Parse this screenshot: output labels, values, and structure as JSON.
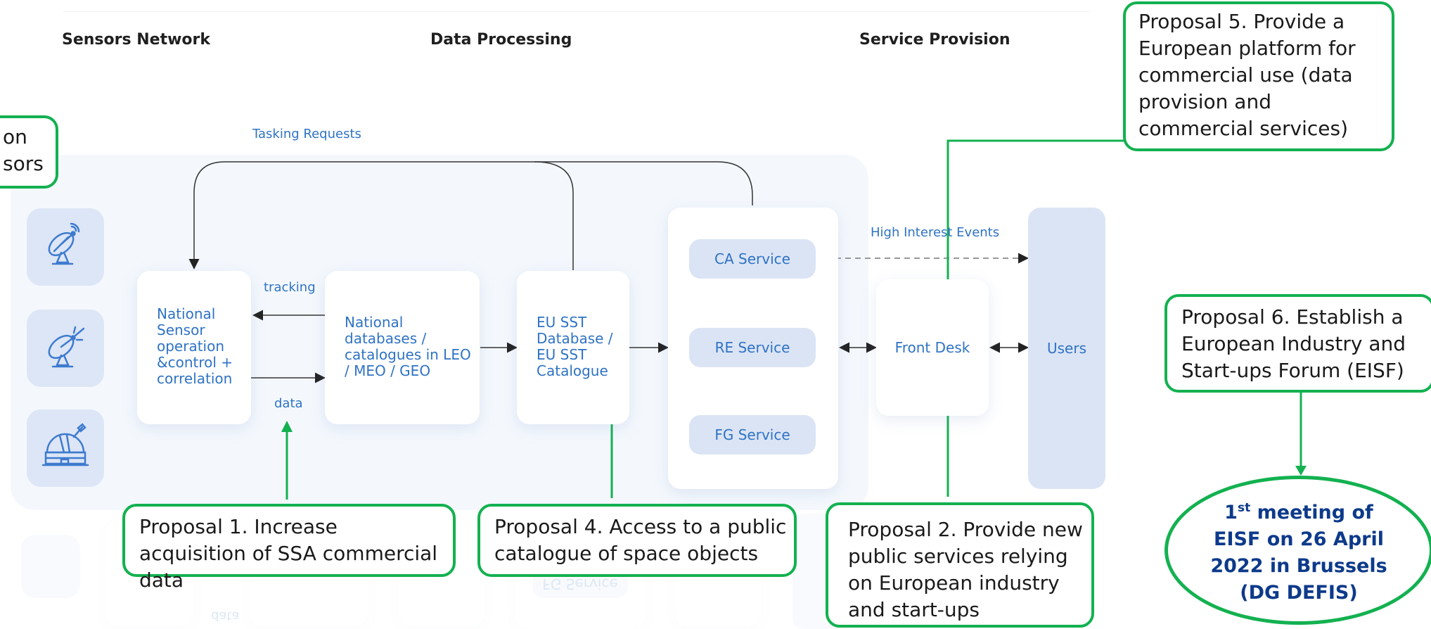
{
  "columns": {
    "sensors": "Sensors Network",
    "processing": "Data Processing",
    "service": "Service Provision"
  },
  "labels": {
    "tasking": "Tasking Requests",
    "tracking": "tracking",
    "data": "data",
    "high_interest": "High Interest Events"
  },
  "nodes": {
    "national_sensor": "National Sensor operation &control + correlation",
    "national_databases": "National databases / catalogues in LEO / MEO / GEO",
    "eu_sst": "EU SST Database / EU SST Catalogue",
    "ca_service": "CA Service",
    "re_service": "RE Service",
    "fg_service": "FG Service",
    "front_desk": "Front Desk",
    "users": "Users"
  },
  "reflection": {
    "fg_service": "FG Service",
    "data": "data"
  },
  "proposals": {
    "partial_left": "on\nsors",
    "p5": "Proposal 5. Provide a European platform for commercial use (data provision and commercial services)",
    "p6": "Proposal 6. Establish a European Industry and Start-ups Forum (EISF)",
    "p1": "Proposal 1. Increase acquisition of SSA commercial data",
    "p4": "Proposal 4. Access to a public catalogue of space objects",
    "p2": "Proposal 2. Provide new public services relying on European industry and start-ups"
  },
  "meeting": {
    "ordinal_num": "1",
    "ordinal_sup": "st",
    "line1_rest": " meeting of",
    "line2": "EISF on 26 April",
    "line3": "2022 in Brussels",
    "line4": "(DG DEFIS)"
  },
  "icons": [
    "satellite-dish-icon",
    "satellite-dish-laser-icon",
    "observatory-icon"
  ],
  "colors": {
    "proposal_border": "#13b150",
    "diagram_text": "#2f73c4",
    "service_fill": "#dbe4f5",
    "meeting_text": "#0d3a8a"
  }
}
